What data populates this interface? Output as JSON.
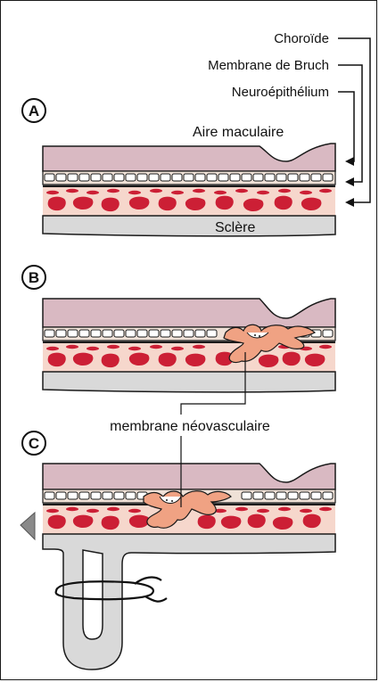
{
  "labels": {
    "choroide": "Choroïde",
    "bruch": "Membrane de Bruch",
    "neuro": "Neuroépithélium",
    "macula": "Aire maculaire",
    "sclere": "Sclère",
    "neovascular": "membrane néovasculaire"
  },
  "panels": [
    {
      "letter": "A"
    },
    {
      "letter": "B"
    },
    {
      "letter": "C"
    }
  ],
  "colors": {
    "retina": "#d9b9c2",
    "bruch_band": "#f2dcc8",
    "choroid_bg": "#f6d7cc",
    "vessel": "#cc1f35",
    "sclera": "#d9d9d9",
    "neovascular": "#f0a283",
    "outline": "#1a1a1a"
  }
}
